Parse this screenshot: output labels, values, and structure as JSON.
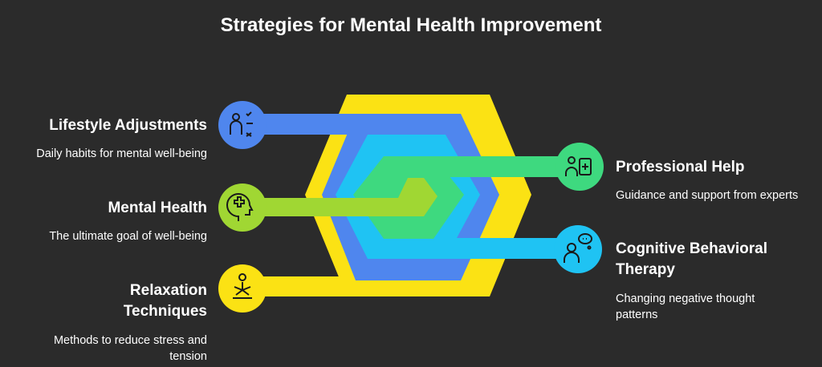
{
  "title": "Strategies for Mental Health Improvement",
  "colors": {
    "background": "#2b2b2b",
    "yellow": "#fbe214",
    "blue": "#4f86ee",
    "cyan": "#1fc3f3",
    "green": "#3ed97f",
    "lime": "#a0d733"
  },
  "items": [
    {
      "label": "Lifestyle Adjustments",
      "description": "Daily habits for mental well-being",
      "icon": "person-checklist-icon",
      "color": "#4f86ee"
    },
    {
      "label": "Mental Health",
      "description": "The ultimate goal of well-being",
      "icon": "head-medical-cross-icon",
      "color": "#a0d733"
    },
    {
      "label": "Relaxation Techniques",
      "description": "Methods to reduce stress and tension",
      "icon": "meditation-icon",
      "color": "#fbe214"
    },
    {
      "label": "Professional Help",
      "description": "Guidance and support from experts",
      "icon": "medical-clipboard-icon",
      "color": "#3ed97f"
    },
    {
      "label": "Cognitive Behavioral Therapy",
      "description": "Changing negative thought patterns",
      "icon": "thought-bubble-icon",
      "color": "#1fc3f3"
    }
  ]
}
